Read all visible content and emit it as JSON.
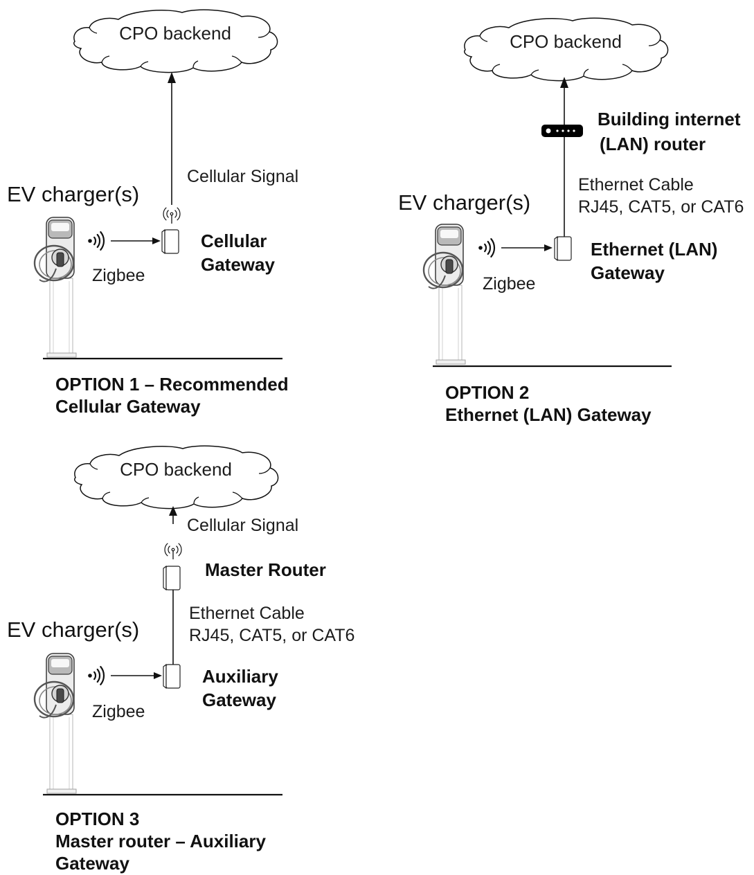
{
  "option1": {
    "cloud_label": "CPO backend",
    "uplink_label": "Cellular Signal",
    "charger_label": "EV charger(s)",
    "zigbee_label": "Zigbee",
    "gateway_label": [
      "Cellular",
      "Gateway"
    ],
    "caption": [
      "OPTION 1 – Recommended",
      "Cellular Gateway"
    ]
  },
  "option2": {
    "cloud_label": "CPO backend",
    "router_label": [
      "Building internet",
      "(LAN) router"
    ],
    "cable_label": [
      "Ethernet Cable",
      "RJ45, CAT5, or CAT6"
    ],
    "charger_label": "EV charger(s)",
    "zigbee_label": "Zigbee",
    "gateway_label": [
      "Ethernet (LAN)",
      "Gateway"
    ],
    "caption": [
      "OPTION 2",
      "Ethernet (LAN) Gateway"
    ]
  },
  "option3": {
    "cloud_label": "CPO backend",
    "uplink_label": "Cellular Signal",
    "master_router_label": "Master Router",
    "cable_label": [
      "Ethernet Cable",
      "RJ45, CAT5, or CAT6"
    ],
    "charger_label": "EV charger(s)",
    "zigbee_label": "Zigbee",
    "gateway_label": [
      "Auxiliary",
      "Gateway"
    ],
    "caption": [
      "OPTION 3",
      "Master router – Auxiliary",
      "Gateway"
    ]
  },
  "icons": {
    "cloud": "cloud-icon",
    "antenna": "cellular-antenna-icon",
    "gateway": "gateway-icon",
    "zigbee": "zigbee-signal-icon",
    "charger": "ev-charger-icon",
    "router": "lan-router-icon"
  },
  "colors": {
    "line": "#111111",
    "background": "#ffffff",
    "router_body": "#000000"
  }
}
